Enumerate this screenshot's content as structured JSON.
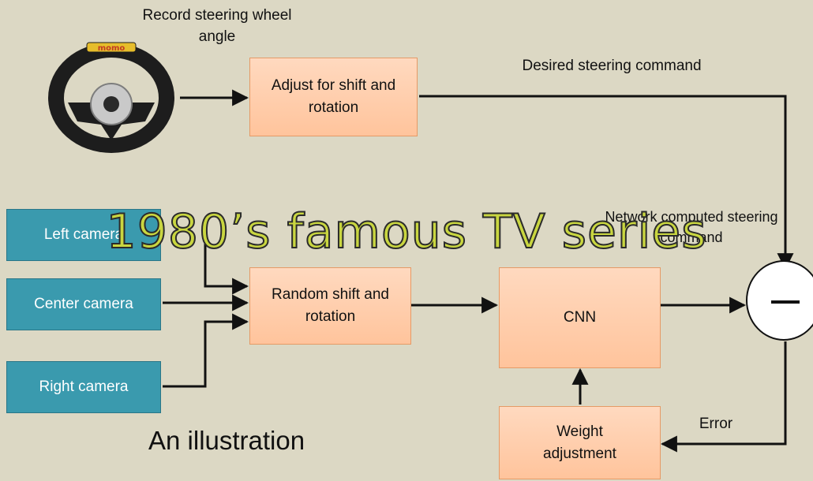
{
  "labels": {
    "record": "Record steering wheel angle",
    "desired": "Desired steering command",
    "network": "Network computed steering command",
    "error": "Error"
  },
  "boxes": {
    "adjust": "Adjust for shift and rotation",
    "random": "Random shift and rotation",
    "cnn": "CNN",
    "weight": "Weight adjustment",
    "left_camera": "Left camera",
    "center_camera": "Center camera",
    "right_camera": "Right camera"
  },
  "overlay_title": "1980’s famous TV series",
  "caption": "An illustration",
  "wheel": {
    "brand": "momo"
  },
  "colors": {
    "background": "#dcd8c4",
    "orange_box": "#ffc49c",
    "teal_box": "#3a9aae",
    "title_fill": "#c9d640"
  }
}
